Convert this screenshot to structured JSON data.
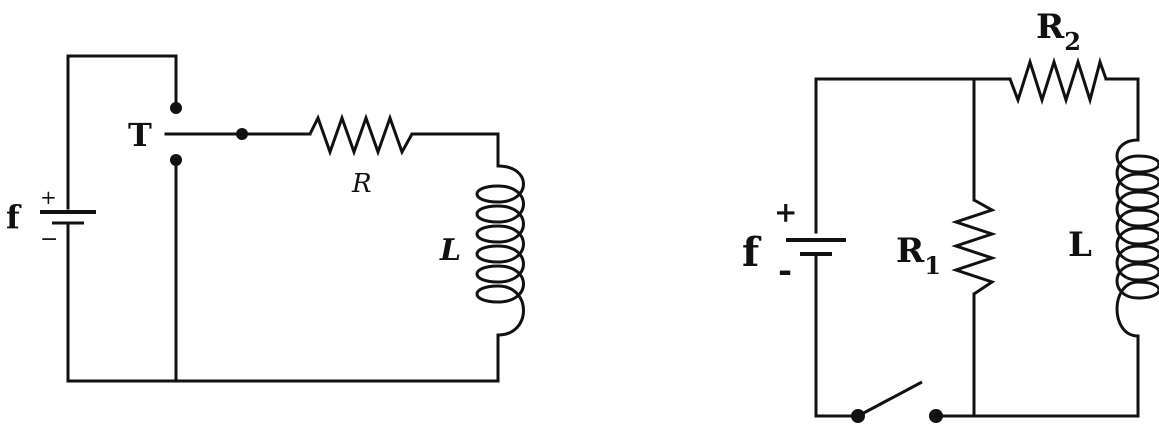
{
  "circuit_a": {
    "source_label": "f",
    "plus": "+",
    "minus": "−",
    "switch_label": "T",
    "resistor_label": "R",
    "inductor_label": "L"
  },
  "circuit_b": {
    "source_label": "f",
    "plus": "+",
    "minus": "-",
    "r1_label": "R",
    "r1_sub": "1",
    "r2_label": "R",
    "r2_sub": "2",
    "inductor_label": "L"
  }
}
